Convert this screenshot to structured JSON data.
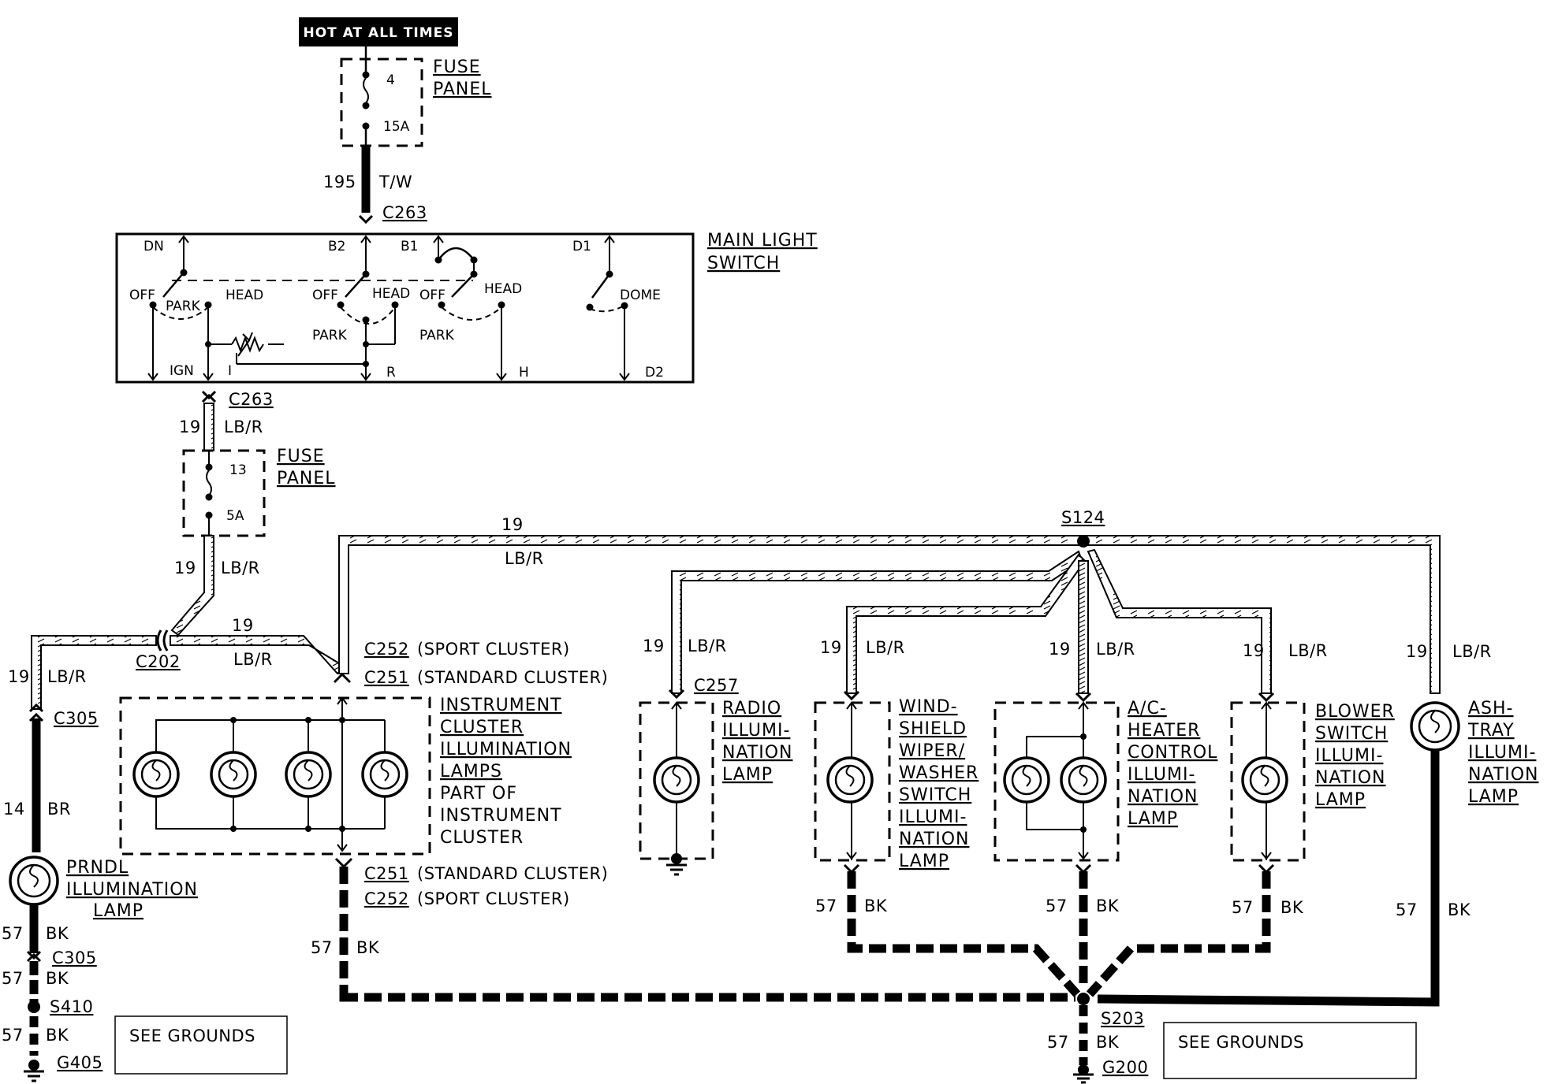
{
  "header": {
    "banner": "HOT AT ALL TIMES"
  },
  "fuse_top": {
    "number": "4",
    "rating": "15A",
    "label_line1": "FUSE",
    "label_line2": "PANEL"
  },
  "wire_top": {
    "circuit": "195",
    "color": "T/W"
  },
  "connector_top": "C263",
  "main_light_switch": {
    "label_line1": "MAIN LIGHT",
    "label_line2": "SWITCH",
    "terminals": [
      "DN",
      "B2",
      "B1",
      "D1"
    ],
    "positions": [
      "OFF",
      "PARK",
      "HEAD",
      "OFF",
      "HEAD",
      "OFF",
      "HEAD",
      "PARK",
      "PARK",
      "DOME"
    ],
    "bottom_terminals": [
      "IGN",
      "I",
      "R",
      "H",
      "D2"
    ]
  },
  "connector_c263_lower": "C263",
  "wire_19a": {
    "circuit": "19",
    "color": "LB/R"
  },
  "fuse_mid": {
    "number": "13",
    "rating": "5A",
    "label_line1": "FUSE",
    "label_line2": "PANEL"
  },
  "wire_19b": {
    "circuit": "19",
    "color": "LB/R"
  },
  "connector_c202": "C202",
  "wire_19c": {
    "circuit": "19",
    "color": "LB/R"
  },
  "wire_19d": {
    "circuit": "19",
    "color": "LB/R"
  },
  "splice_s124": "S124",
  "wire_19_top": {
    "circuit": "19",
    "color": "LB/R"
  },
  "connector_c305_top": "C305",
  "wire_14": {
    "circuit": "14",
    "color": "BR"
  },
  "prndl": {
    "line1": "PRNDL",
    "line2": "ILLUMINATION",
    "line3": "LAMP"
  },
  "wire_57_prndl_a": {
    "circuit": "57",
    "color": "BK"
  },
  "connector_c305_bot": "C305",
  "wire_57_prndl_b": {
    "circuit": "57",
    "color": "BK"
  },
  "splice_s410": "S410",
  "wire_57_prndl_c": {
    "circuit": "57",
    "color": "BK"
  },
  "ground_g405": "G405",
  "see_grounds_left": "SEE GROUNDS",
  "cluster": {
    "conn_top_1": "C252",
    "conn_top_1_desc": "(SPORT CLUSTER)",
    "conn_top_2": "C251",
    "conn_top_2_desc": "(STANDARD CLUSTER)",
    "label_line1": "INSTRUMENT",
    "label_line2": "CLUSTER",
    "label_line3": "ILLUMINATION",
    "label_line4": "LAMPS",
    "note_line1": "PART OF",
    "note_line2": "INSTRUMENT",
    "note_line3": "CLUSTER",
    "conn_bot_1": "C251",
    "conn_bot_1_desc": "(STANDARD CLUSTER)",
    "conn_bot_2": "C252",
    "conn_bot_2_desc": "(SPORT CLUSTER)"
  },
  "wire_57_cluster": {
    "circuit": "57",
    "color": "BK"
  },
  "radio": {
    "wire": {
      "circuit": "19",
      "color": "LB/R"
    },
    "connector": "C257",
    "line1": "RADIO",
    "line2": "ILLUMI-",
    "line3": "NATION",
    "line4": "LAMP"
  },
  "wiper": {
    "wire": {
      "circuit": "19",
      "color": "LB/R"
    },
    "line1": "WIND-",
    "line2": "SHIELD",
    "line3": "WIPER/",
    "line4": "WASHER",
    "line5": "SWITCH",
    "line6": "ILLUMI-",
    "line7": "NATION",
    "line8": "LAMP",
    "ground_wire": {
      "circuit": "57",
      "color": "BK"
    }
  },
  "ac_heater": {
    "wire": {
      "circuit": "19",
      "color": "LB/R"
    },
    "line1": "A/C-",
    "line2": "HEATER",
    "line3": "CONTROL",
    "line4": "ILLUMI-",
    "line5": "NATION",
    "line6": "LAMP",
    "ground_wire": {
      "circuit": "57",
      "color": "BK"
    }
  },
  "blower": {
    "wire": {
      "circuit": "19",
      "color": "LB/R"
    },
    "line1": "BLOWER",
    "line2": "SWITCH",
    "line3": "ILLUMI-",
    "line4": "NATION",
    "line5": "LAMP",
    "ground_wire": {
      "circuit": "57",
      "color": "BK"
    }
  },
  "ashtray": {
    "wire": {
      "circuit": "19",
      "color": "LB/R"
    },
    "line1": "ASH-",
    "line2": "TRAY",
    "line3": "ILLUMI-",
    "line4": "NATION",
    "line5": "LAMP",
    "ground_wire": {
      "circuit": "57",
      "color": "BK"
    }
  },
  "splice_s203": "S203",
  "wire_57_g200": {
    "circuit": "57",
    "color": "BK"
  },
  "ground_g200": "G200",
  "see_grounds_right": "SEE GROUNDS"
}
